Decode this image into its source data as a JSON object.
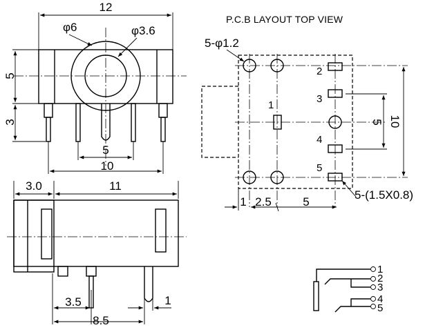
{
  "title": "P.C.B LAYOUT  TOP VIEW",
  "front_view": {
    "width": "12",
    "outer_diameter": "φ6",
    "inner_diameter": "φ3.6",
    "body_height": "5",
    "pin_length": "3",
    "pin_spacing_inner": "5",
    "pin_spacing_outer": "10"
  },
  "side_view": {
    "front_depth": "3.0",
    "body_length": "11",
    "pin_offset_1": "3.5",
    "pin_offset_2": "8.5",
    "pin_width": "1"
  },
  "pcb_layout": {
    "hole_spec": "5-φ1.2",
    "pad_spec": "5-(1.5X0.8)",
    "dim_1": "1",
    "dim_2": "2.5",
    "dim_3": "5",
    "vertical_5": "5",
    "vertical_10": "10",
    "pin_labels": [
      "1",
      "2",
      "3",
      "4",
      "5"
    ]
  },
  "schematic": {
    "pins": [
      "1",
      "2",
      "3",
      "4",
      "5"
    ]
  }
}
